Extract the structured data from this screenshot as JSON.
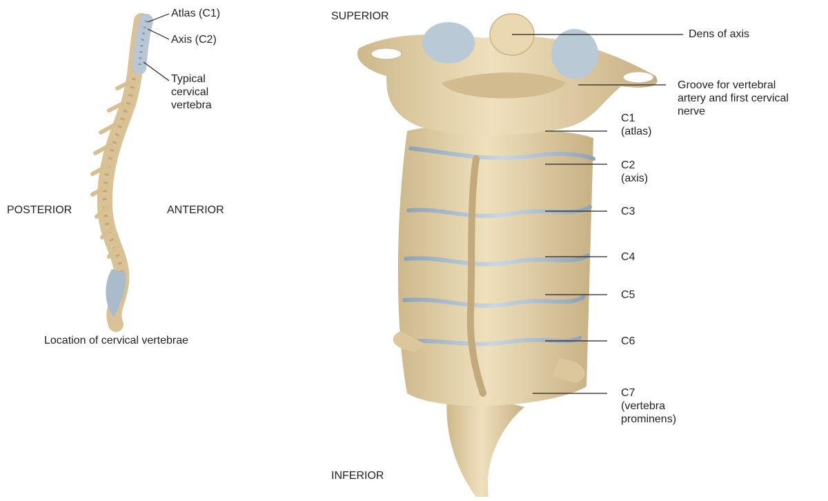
{
  "spine": {
    "atlas": "Atlas (C1)",
    "axis": "Axis (C2)",
    "typical": "Typical\ncervical\nvertebra",
    "posterior": "POSTERIOR",
    "anterior": "ANTERIOR",
    "caption": "Location of cervical vertebrae"
  },
  "neck": {
    "superior": "SUPERIOR",
    "inferior": "INFERIOR",
    "dens": "Dens of axis",
    "groove": "Groove for vertebral\nartery and first cervical\nnerve",
    "c1": "C1\n(atlas)",
    "c2": "C2\n(axis)",
    "c3": "C3",
    "c4": "C4",
    "c5": "C5",
    "c6": "C6",
    "c7": "C7\n(vertebra\nprominens)"
  },
  "colors": {
    "bone": "#e8d7b0",
    "bone_shadow": "#c9b386",
    "disc": "#a9bccb",
    "cervical_highlight": "#b8c7d3",
    "leader": "#231f20"
  }
}
